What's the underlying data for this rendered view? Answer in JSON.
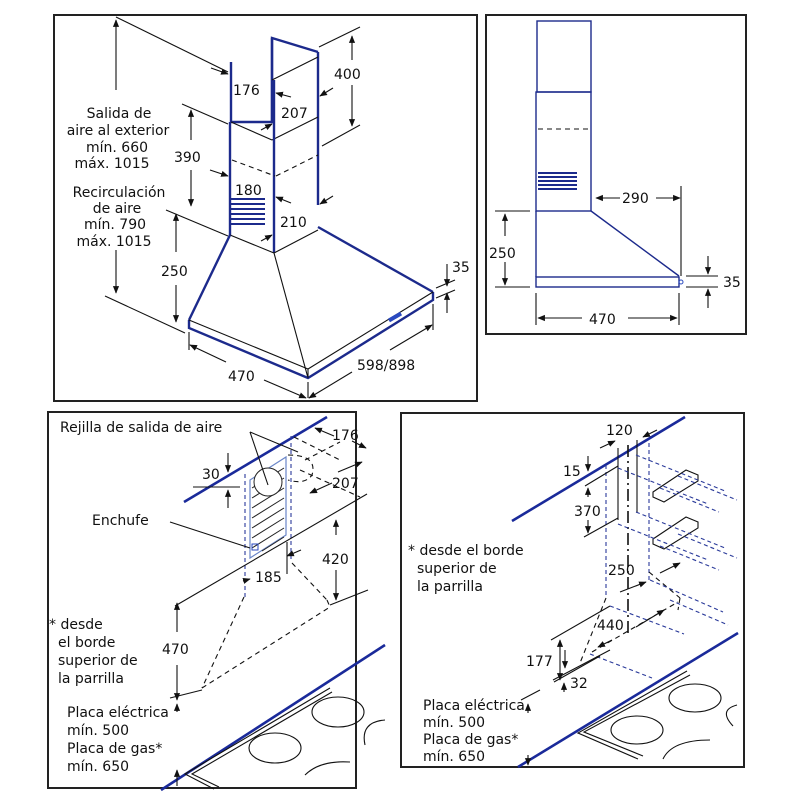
{
  "panels": {
    "iso_view": {
      "title": "Campana decorativa - vista isométrica",
      "labels": {
        "exhaust": [
          "Salida de",
          "aire al exterior",
          "mín. 660",
          "máx. 1015"
        ],
        "recirc": [
          "Recirculación",
          "de aire",
          "mín. 790",
          "máx. 1015"
        ]
      },
      "dimensions": {
        "chimney_upper_width": "176",
        "chimney_upper_depth": "207",
        "chimney_upper_height": "400",
        "chimney_lower_overlap": "390",
        "chimney_lower_width": "180",
        "chimney_lower_depth": "210",
        "hood_height": "250",
        "hood_depth": "470",
        "hood_width": "598/898",
        "hood_edge": "35"
      }
    },
    "side_view": {
      "dimensions": {
        "projection": "290",
        "hood_height": "250",
        "edge": "35",
        "depth": "470"
      }
    },
    "wall_outlet": {
      "title": "Rejilla de salida de aire",
      "socket_label": "Enchufe",
      "footnote": [
        "* desde",
        "el borde",
        "superior de",
        "la parrilla"
      ],
      "hob_note": [
        "Placa eléctrica",
        "mín. 500",
        "Placa de gas*",
        "mín. 650"
      ],
      "dimensions": {
        "top_offset": "30",
        "width": "176",
        "depth": "207",
        "socket_width": "185",
        "height": "420",
        "hood_height": "470"
      }
    },
    "mounting": {
      "footnote": [
        "* desde el borde",
        "superior de",
        "la parrilla"
      ],
      "hob_note": [
        "Placa eléctrica",
        "mín. 500",
        "Placa de gas*",
        "mín. 650"
      ],
      "dimensions": {
        "bracket_spacing": "120",
        "top_offset": "15",
        "bracket_height": "370",
        "hood_width": "250",
        "hood_depth": "440",
        "lower_height": "177",
        "lower_offset": "32"
      }
    }
  },
  "colors": {
    "outline_blue": "#1c2a8c",
    "wall_blue": "#1a2a9a",
    "text": "#111111"
  }
}
